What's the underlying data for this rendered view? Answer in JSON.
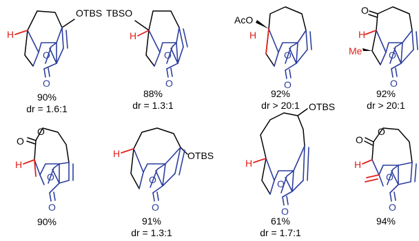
{
  "colors": {
    "bond": "#000000",
    "core": "#2b3d9e",
    "highlight": "#e0201a"
  },
  "compounds": [
    {
      "yield": "90%",
      "dr": "dr = 1.6:1",
      "labels": {
        "otbs": "OTBS",
        "h": "H",
        "o": "O",
        "ko": "O"
      }
    },
    {
      "yield": "88%",
      "dr": "dr = 1.3:1",
      "labels": {
        "otbs": "TBSO",
        "h": "H",
        "o": "O",
        "ko": "O"
      }
    },
    {
      "yield": "92%",
      "dr": "dr > 20:1",
      "labels": {
        "aco": "AcO",
        "h": "H",
        "o": "O",
        "ko": "O"
      }
    },
    {
      "yield": "92%",
      "dr": "dr > 20:1",
      "labels": {
        "ketone": "O",
        "h": "H",
        "me": "Me",
        "o": "O",
        "ko": "O"
      }
    },
    {
      "yield": "90%",
      "dr": "",
      "labels": {
        "ringo": "O",
        "carbonyl": "O",
        "h": "H",
        "o": "O",
        "ko": "O"
      }
    },
    {
      "yield": "91%",
      "dr": "dr = 1.3:1",
      "labels": {
        "otbs": "OTBS",
        "h": "H",
        "o": "O",
        "ko": "O"
      }
    },
    {
      "yield": "61%",
      "dr": "dr = 1.7:1",
      "labels": {
        "otbs": "OTBS",
        "h": "H",
        "o": "O",
        "ko": "O"
      }
    },
    {
      "yield": "94%",
      "dr": "",
      "labels": {
        "ringo": "O",
        "carbonyl": "O",
        "h": "H",
        "o": "O",
        "ko": "O"
      }
    }
  ]
}
